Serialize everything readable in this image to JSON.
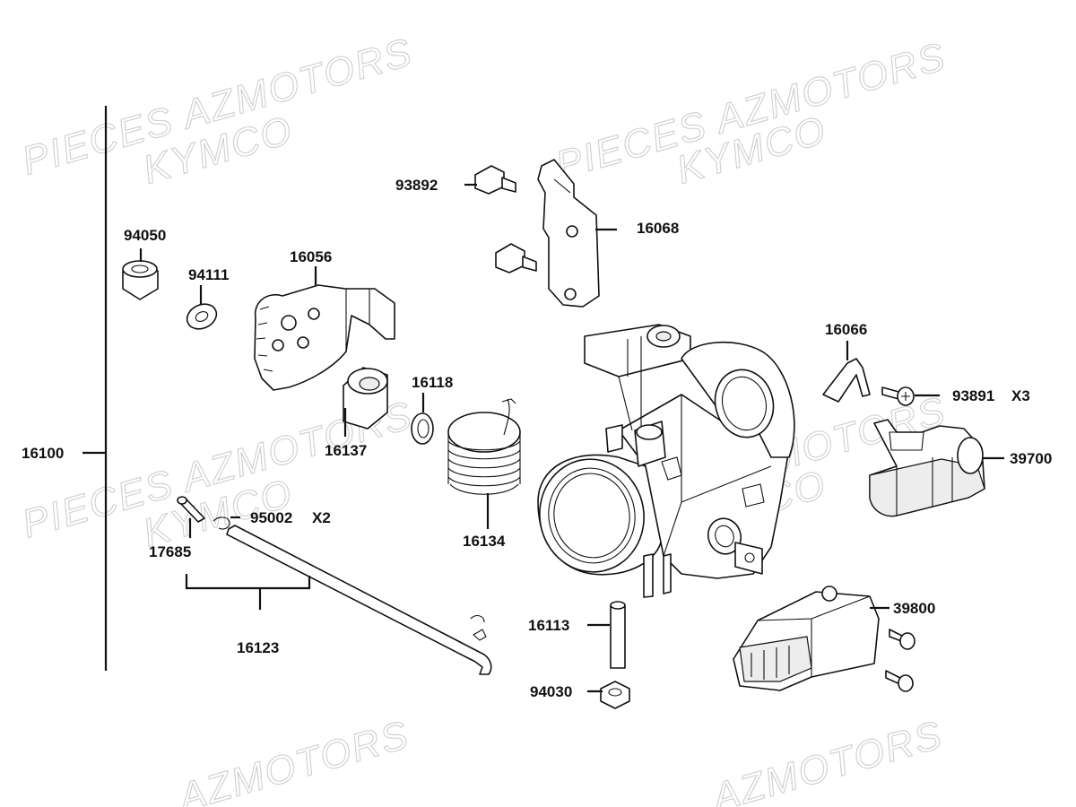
{
  "watermarks": {
    "line1": "PIECES AZMOTORS",
    "line2": "KYMCO",
    "line3": "AZMOTORS"
  },
  "callouts": {
    "p93892": "93892",
    "p16068": "16068",
    "p94050": "94050",
    "p16056": "16056",
    "p94111": "94111",
    "p16066": "16066",
    "p93891": "93891",
    "p93891_qty": "X3",
    "p16118": "16118",
    "p16137": "16137",
    "p16100": "16100",
    "p39700": "39700",
    "p95002": "95002",
    "p95002_qty": "X2",
    "p16134": "16134",
    "p17685": "17685",
    "p16123": "16123",
    "p16113": "16113",
    "p39800": "39800",
    "p94030": "94030"
  },
  "colors": {
    "line": "#111111",
    "watermark": "#cfcfcf",
    "background": "#ffffff"
  }
}
